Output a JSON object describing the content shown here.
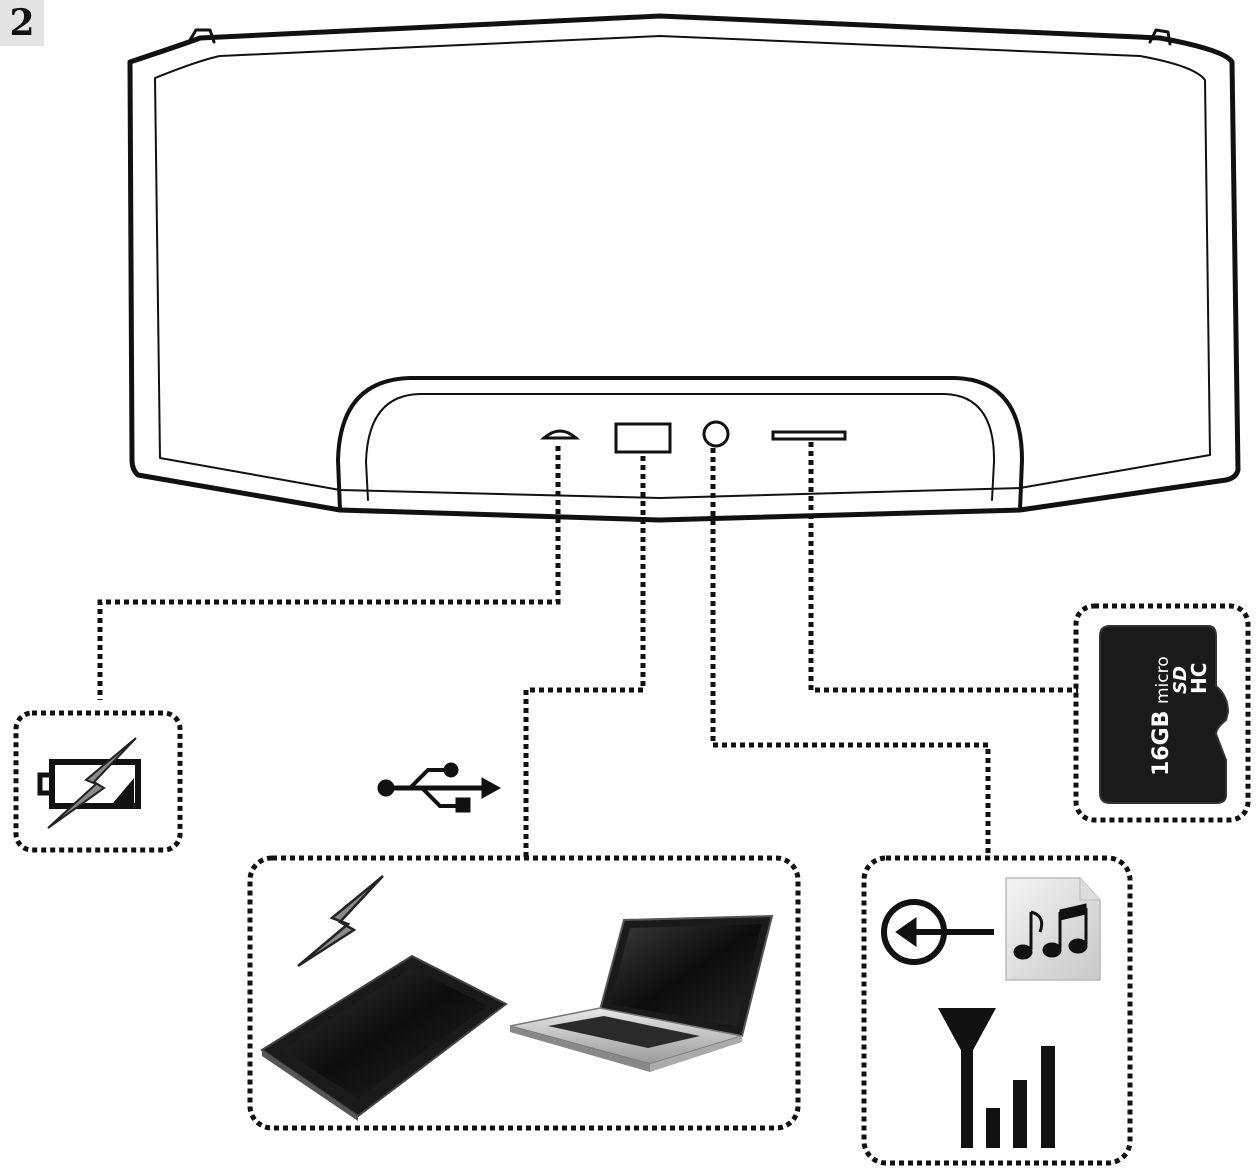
{
  "step_number": "2",
  "sd_card": {
    "brand": "micro",
    "logo": "SD",
    "class": "HC",
    "capacity": "16GB"
  },
  "icons": {
    "battery": "battery-charging-icon",
    "usb": "usb-icon",
    "lightning": "lightning-bolt-icon",
    "tablet": "tablet-icon",
    "laptop": "laptop-icon",
    "input": "audio-input-icon",
    "music": "music-note-icon",
    "signal": "signal-strength-icon",
    "sd": "micro-sd-card-icon"
  },
  "colors": {
    "line": "#111111",
    "bolt": "#8a8a8a",
    "device": "#1a1a1a"
  }
}
